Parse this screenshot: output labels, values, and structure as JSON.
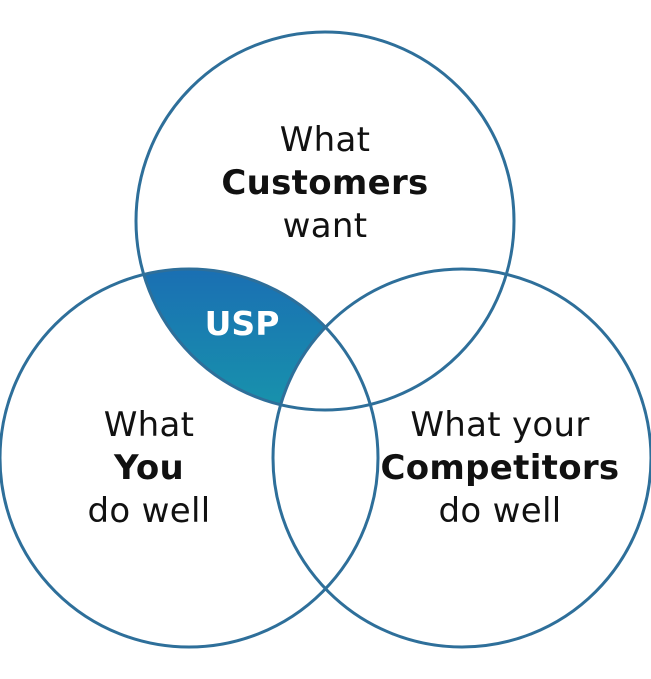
{
  "diagram": {
    "top_circle": {
      "line1": "What",
      "bold": "Customers",
      "line3": "want"
    },
    "left_circle": {
      "line1": "What",
      "bold": "You",
      "line3": "do well"
    },
    "right_circle": {
      "line1": "What your",
      "bold": "Competitors",
      "line3": "do well"
    },
    "intersection_label": "USP"
  },
  "colors": {
    "stroke": "#2e6f9a",
    "gradient_top": "#1a7ab8",
    "gradient_bottom": "#17c9a2",
    "text": "#111111",
    "usp_text": "#ffffff"
  }
}
